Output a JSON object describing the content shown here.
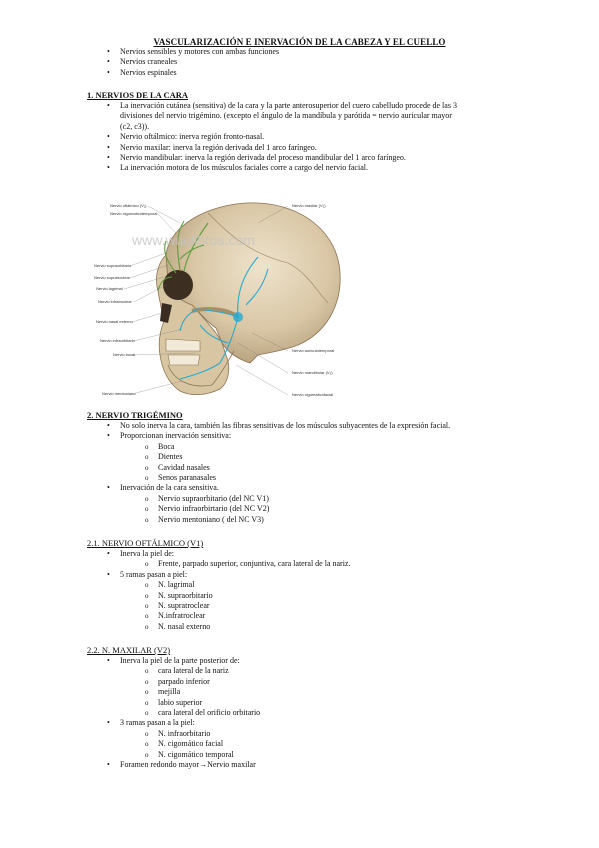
{
  "title": "VASCULARIZACIÓN E INERVACIÓN DE LA CABEZA Y EL CUELLO",
  "intro": [
    "Nervios sensibles y motores con ambas funciones",
    "Nervios craneales",
    "Nervios espinales"
  ],
  "section1": {
    "heading": "1. NERVIOS DE LA CARA",
    "items": [
      "La inervación cutánea (sensitiva) de la cara y la parte anterosuperior del cuero cabelludo procede de las 3",
      "divisiones del nervio trigémino. (excepto el ángulo de la mandíbula y parótida = nervio auricular mayor",
      "(c2, c3)).",
      "Nervio oftálmico: inerva región fronto-nasal.",
      "Nervio maxilar: inerva la región derivada del 1 arco faríngeo.",
      "Nervio mandibular: inerva la región derivada del proceso mandibular del 1 arco faríngeo.",
      "La inervación motora de los músculos faciales corre a cargo del nervio facial."
    ]
  },
  "figure": {
    "watermark": "www.wuolibros.com",
    "labels_left": [
      "Nervio oftálmico (V₁)",
      "Nervio cigomaticotemporal",
      "Nervio supraorbitario",
      "Nervio supratroclear",
      "Nervio lagrimal",
      "Nervio infratroclear",
      "Nervio nasal externo",
      "Nervio infraorbitario",
      "Nervio bucal",
      "Nervio mentoniano"
    ],
    "labels_right": [
      "Nervio maxilar (V₂)",
      "Nervio auriculotemporal",
      "Nervio mandibular (V₃)",
      "Nervio cigomaticofacial"
    ]
  },
  "section2": {
    "heading": "2. NERVIO TRIGÉMINO",
    "b1": "No solo inerva la cara, también las fibras sensitivas de los músculos subyacentes de la expresión facial.",
    "b2": "Proporcionan inervación sensitiva:",
    "b2_items": [
      "Boca",
      "Dientes",
      "Cavidad nasales",
      "Senos paranasales"
    ],
    "b3": "Inervación de la cara sensitiva.",
    "b3_items": [
      "Nervio supraorbitario (del NC V1)",
      "Nervio infraorbirtario (del NC V2)",
      "Nervio mentoniano ( del NC V3)"
    ]
  },
  "section21": {
    "heading": "2.1. NERVIO OFTÁLMICO (V1)",
    "b1": "Inerva la piel de:",
    "b1_items": [
      "Frente, parpado superior, conjuntiva, cara lateral de la nariz."
    ],
    "b2": "5 ramas pasan a piel:",
    "b2_items": [
      "N. lagrimal",
      "N. supraorbitario",
      "N. supratroclear",
      "N.infratroclear",
      "N. nasal externo"
    ]
  },
  "section22": {
    "heading": "2.2. N. MAXILAR (V2)",
    "b1": "Inerva la piel de la parte posterior de:",
    "b1_items": [
      "cara lateral de la nariz",
      "parpado inferior",
      "mejilla",
      "labio superior",
      "cara lateral del orificio orbitario"
    ],
    "b2": "3 ramas pasan a la piel:",
    "b2_items": [
      "N. infraorbitario",
      "N. cigomático facial",
      "N. cigomático temporal"
    ],
    "b3_pre": "Foramen redondo mayor",
    "b3_arrow": "→",
    "b3_post": "Nervio maxilar"
  }
}
